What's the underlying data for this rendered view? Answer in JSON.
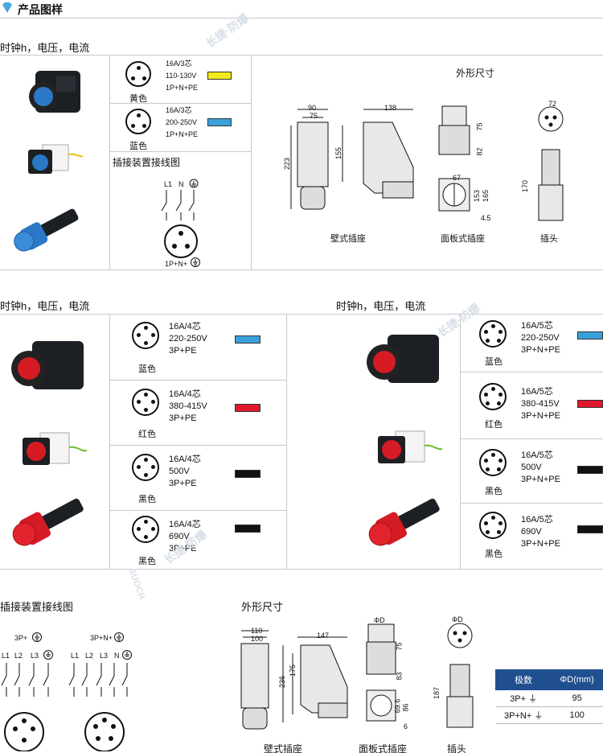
{
  "header": {
    "title": "产品图样"
  },
  "section1": {
    "title": "时钟h，电压，电流",
    "rows": [
      {
        "spec1": "16A/3芯",
        "spec2": "110-130V",
        "spec3": "1P+N+PE",
        "color_label": "黄色",
        "color": "#f2ea1c"
      },
      {
        "spec1": "16A/3芯",
        "spec2": "200-250V",
        "spec3": "1P+N+PE",
        "color_label": "蓝色",
        "color": "#3aa0dc"
      }
    ],
    "wiring_title": "插接装置接线图",
    "wiring_labels": {
      "l1": "L1",
      "n": "N",
      "bottom": "1P+N+"
    },
    "outline_title": "外形尺寸",
    "captions": {
      "wall": "壁式插座",
      "panel": "面板式插座",
      "plug": "插头"
    },
    "dims": {
      "wall_top1": "90",
      "wall_top2": "75",
      "wall_top3": "138",
      "wall_h1": "223",
      "wall_h2": "155",
      "panel_h1": "75",
      "panel_h2": "82",
      "panel_w": "67",
      "panel_d1": "153",
      "panel_d2": "165",
      "panel_hole": "4.5",
      "plug_d": "72",
      "plug_l": "170"
    }
  },
  "section2": {
    "title": "时钟h，电压，电流",
    "rows": [
      {
        "spec1": "16A/4芯",
        "spec2": "220-250V",
        "spec3": "3P+PE",
        "color_label": "蓝色",
        "color": "#3aa0dc"
      },
      {
        "spec1": "16A/4芯",
        "spec2": "380-415V",
        "spec3": "3P+PE",
        "color_label": "红色",
        "color": "#e0182c"
      },
      {
        "spec1": "16A/4芯",
        "spec2": "500V",
        "spec3": "3P+PE",
        "color_label": "黑色",
        "color": "#111111"
      },
      {
        "spec1": "16A/4芯",
        "spec2": "690V",
        "spec3": "3P+PE",
        "color_label": "黑色",
        "color": "#111111"
      }
    ]
  },
  "section3": {
    "title": "时钟h，电压，电流",
    "rows": [
      {
        "spec1": "16A/5芯",
        "spec2": "220-250V",
        "spec3": "3P+N+PE",
        "color_label": "蓝色",
        "color": "#3aa0dc"
      },
      {
        "spec1": "16A/5芯",
        "spec2": "380-415V",
        "spec3": "3P+N+PE",
        "color_label": "红色",
        "color": "#e0182c"
      },
      {
        "spec1": "16A/5芯",
        "spec2": "500V",
        "spec3": "3P+N+PE",
        "color_label": "黑色",
        "color": "#111111"
      },
      {
        "spec1": "16A/5芯",
        "spec2": "690V",
        "spec3": "3P+N+PE",
        "color_label": "黑色",
        "color": "#111111"
      }
    ]
  },
  "section4": {
    "wiring_title": "插接装置接线图",
    "wiring_a": {
      "top": "3P+",
      "l1": "L1",
      "l2": "L2",
      "l3": "L3"
    },
    "wiring_b": {
      "top": "3P+N+",
      "l1": "L1",
      "l2": "L2",
      "l3": "L3",
      "n": "N"
    },
    "outline_title": "外形尺寸",
    "captions": {
      "wall": "壁式插座",
      "panel": "面板式插座",
      "plug": "插头"
    },
    "dims": {
      "w1": "110",
      "w2": "100",
      "w3": "147",
      "h1": "236",
      "h2": "175",
      "pd": "ΦD",
      "p75": "75",
      "p83": "83",
      "p69": "69.6",
      "p86": "86",
      "p6": "6",
      "plug_d": "ΦD",
      "plug_l": "187"
    },
    "table": {
      "headers": [
        "极数",
        "ΦD(mm)"
      ],
      "rows": [
        [
          "3P+",
          "95"
        ],
        [
          "3P+N+",
          "100"
        ]
      ]
    }
  },
  "watermark": {
    "text": "长捷·防爆",
    "brand": "SUOCH"
  },
  "colors": {
    "accent": "#1f4f8f",
    "divider": "#c8c8c8"
  }
}
